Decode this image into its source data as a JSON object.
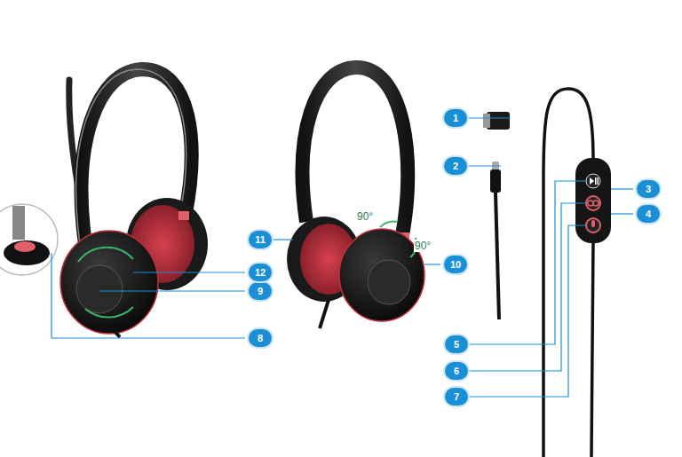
{
  "diagram": {
    "labels": [
      "1",
      "2",
      "3",
      "4",
      "5",
      "6",
      "7",
      "8",
      "9",
      "10",
      "11",
      "12",
      "90°",
      "90°"
    ]
  }
}
